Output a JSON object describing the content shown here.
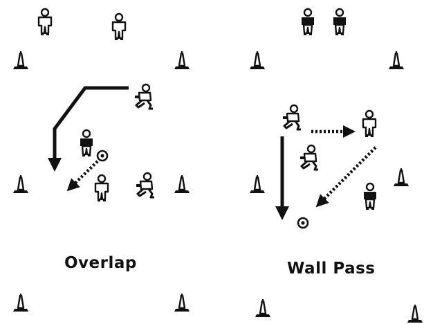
{
  "drills": [
    {
      "id": "overlap",
      "label": "Overlap"
    },
    {
      "id": "wall-pass",
      "label": "Wall Pass"
    }
  ],
  "colors": {
    "ink": "#111111",
    "background": "#ffffff"
  },
  "legend": {
    "solid_arrow": "player-run",
    "dotted_arrow": "ball-pass",
    "cone": "cone-icon",
    "ball": "ball-icon",
    "player": "player-icon"
  }
}
